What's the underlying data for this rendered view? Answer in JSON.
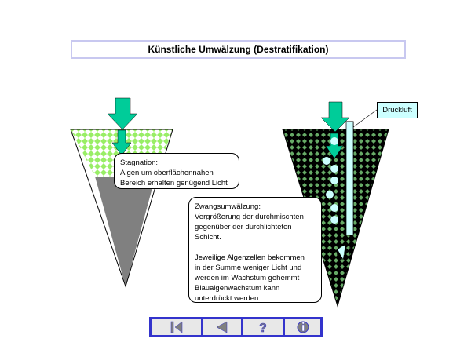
{
  "title": "Künstliche Umwälzung (Destratifikation)",
  "left_box": {
    "lines": [
      "Stagnation:",
      "Algen um oberflächennahen",
      "Bereich erhalten genügend Licht"
    ]
  },
  "right_box": {
    "lines": [
      "Zwangsumwälzung:",
      "Vergrößerung der durchmischten",
      "gegenüber der durchlichteten",
      "Schicht.",
      "",
      "Jeweilige Algenzellen bekommen",
      "in der Summe weniger Licht und",
      "werden im Wachstum gehemmt",
      "Blaualgenwachstum kann",
      "unterdrückt werden"
    ]
  },
  "callout": "Druckluft",
  "nav": [
    "first-icon",
    "back-icon",
    "help-icon",
    "info-icon"
  ],
  "colors": {
    "arrow": "#00cc99",
    "light_green": "#99ee66",
    "dark_green": "#66aa66",
    "gray": "#808080",
    "bubble": "#ccffff",
    "nav_border": "#3333cc"
  }
}
